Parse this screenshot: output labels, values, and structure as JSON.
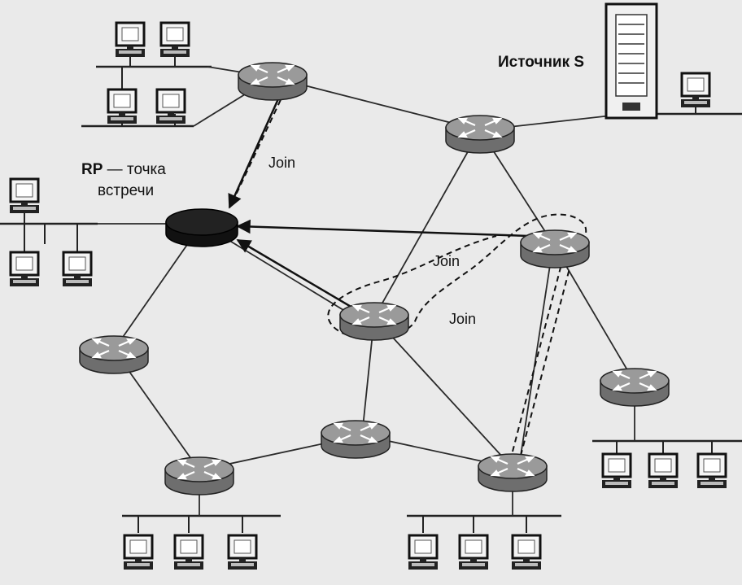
{
  "labels": {
    "source": "Источник S",
    "rp_abbrev": "RP",
    "rp_line1_rest": " — точка",
    "rp_line2": "встречи",
    "join": "Join"
  },
  "colors": {
    "background": "#eaeaea",
    "router_fill": "#9a9a9a",
    "router_side": "#6e6e6e",
    "rp_fill": "#222222",
    "line": "#2a2a2a"
  }
}
